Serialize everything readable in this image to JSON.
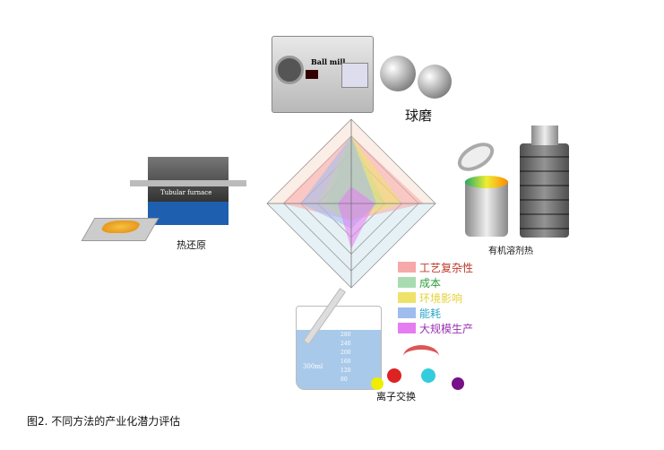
{
  "methods": {
    "top": "球磨",
    "right": "有机溶剂热",
    "bottom": "离子交换",
    "left": "热还原"
  },
  "device_text": {
    "ball_mill": "Ball mill",
    "tube_furnace": "Tubular furnace",
    "beaker_ticks": [
      "280",
      "240",
      "200",
      "160",
      "120",
      "80"
    ],
    "beaker_volume": "300ml"
  },
  "caption": "图2. 不同方法的产业化潜力评估",
  "chart_data": {
    "type": "radar",
    "axes": [
      "球磨",
      "有机溶剂热",
      "离子交换",
      "热还原"
    ],
    "range": [
      0,
      5
    ],
    "rings": 5,
    "series": [
      {
        "name": "工艺复杂性",
        "color": "#f7a8a8",
        "text_color": "#c0392b",
        "values": [
          4,
          4.3,
          1,
          4.1
        ]
      },
      {
        "name": "成本",
        "color": "#a8dcb0",
        "text_color": "#2e9e3e",
        "values": [
          4,
          2,
          1,
          1.5
        ]
      },
      {
        "name": "环境影响",
        "color": "#eee36a",
        "text_color": "#e6d23a",
        "values": [
          4,
          3,
          1,
          2
        ]
      },
      {
        "name": "能耗",
        "color": "#9fbcef",
        "text_color": "#2aa7c9",
        "values": [
          4,
          1.5,
          1.5,
          3
        ]
      },
      {
        "name": "大规模生产",
        "color": "#e57cf2",
        "text_color": "#9b30b5",
        "values": [
          1,
          1.4,
          2.7,
          0.8
        ]
      }
    ]
  }
}
